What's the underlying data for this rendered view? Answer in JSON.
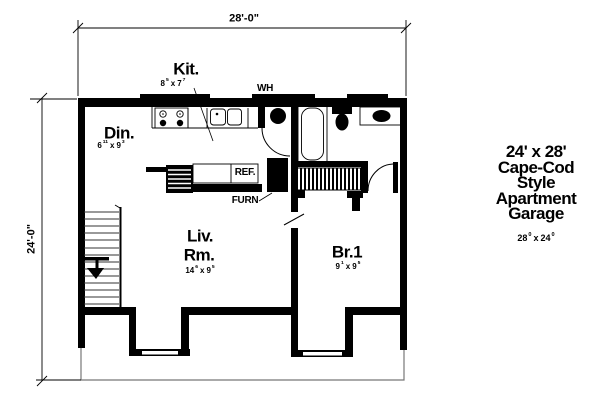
{
  "plan": {
    "dim_top": "28'-0\"",
    "dim_left": "24'-0\"",
    "sep": "x",
    "rooms": {
      "kitchen": {
        "name": "Kit.",
        "w": "8",
        "w_sup": "5",
        "h": "7",
        "h_sup": "7"
      },
      "dining": {
        "name": "Din.",
        "w": "6",
        "w_sup": "11",
        "h": "9",
        "h_sup": "3"
      },
      "living": {
        "name1": "Liv.",
        "name2": "Rm.",
        "w": "14",
        "w_sup": "6",
        "h": "9",
        "h_sup": "5"
      },
      "bedroom": {
        "name": "Br.1",
        "w": "9",
        "w_sup": "1",
        "h": "9",
        "h_sup": "5"
      }
    },
    "fixtures": {
      "water_heater": "WH",
      "refrigerator": "REF.",
      "furnace": "FURN"
    }
  },
  "title": {
    "lines": [
      "24' x 28'",
      "Cape-Cod",
      "Style",
      "Apartment",
      "Garage"
    ],
    "w": "28",
    "w_sup": "0",
    "sep": "x",
    "h": "24",
    "h_sup": "0"
  },
  "colors": {
    "wall": "#000000",
    "outline": "#777777",
    "background": "#ffffff"
  }
}
